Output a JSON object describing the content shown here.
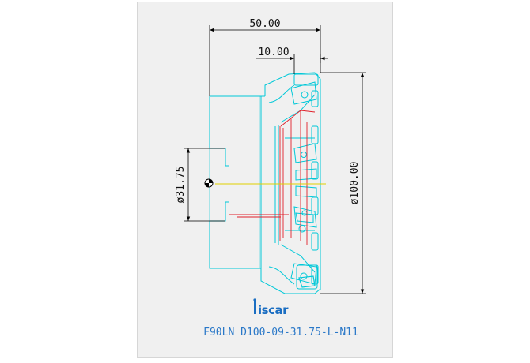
{
  "drawing": {
    "dimensions": {
      "overall_length": "50.00",
      "insert_offset": "10.00",
      "bore_diameter": "ø31.75",
      "cutting_diameter": "ø100.00"
    },
    "brand": "iscar",
    "model_code": "F90LN D100-09-31.75-L-N11",
    "colors": {
      "background": "#f0f0f0",
      "outline": "#00c8d8",
      "section": "#e0202a",
      "centerline": "#e0d000",
      "dimension": "#000000",
      "logo": "#1b6ec2"
    }
  }
}
